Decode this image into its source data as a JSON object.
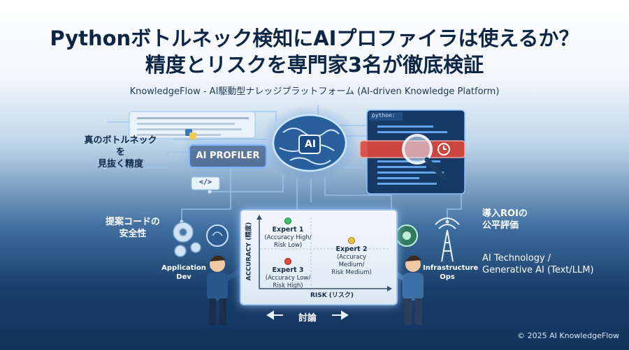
{
  "title": {
    "line1": "Pythonボトルネック検知にAIプロファイラは使えるか？",
    "line2": "精度とリスクを専門家3名が徹底検証"
  },
  "subtitle": "KnowledgeFlow - AI駆動型ナレッジプラットフォーム (AI-driven Knowledge Platform)",
  "center": {
    "brain_label": "AI",
    "profiler_label": "AI PROFILER",
    "code_icon": "</>",
    "python_tab": "python:"
  },
  "left_labels": {
    "accuracy": [
      "真のボトルネックを",
      "見抜く精度"
    ],
    "safety": [
      "提案コードの",
      "安全性"
    ],
    "app_dev": [
      "Application",
      "Dev"
    ]
  },
  "right_labels": {
    "roi": [
      "導入ROIの",
      "公平評価"
    ],
    "tech": [
      "AI Technology /",
      "Generative AI (Text/LLM)"
    ],
    "infra": [
      "Infrastructure",
      "Ops"
    ]
  },
  "matrix": {
    "y_label": "ACCURACY (精度)",
    "x_label": "RISK (リスク)",
    "experts": [
      {
        "name": "Expert 1",
        "line1": "(Accuracy High/",
        "line2": "Risk Low)",
        "color": "#3cc46a"
      },
      {
        "name": "Expert 2",
        "line1": "(Accuracy Medium/",
        "line2": "Risk Medium)",
        "color": "#e8c23a"
      },
      {
        "name": "Expert 3",
        "line1": "(Accuracy Low/",
        "line2": "Risk High)",
        "color": "#e24b3c"
      }
    ]
  },
  "discussion": "討論",
  "footer": "© 2025 AI KnowledgeFlow",
  "icons": [
    "brain-icon",
    "magnifier-icon",
    "clock-icon",
    "python-logo-icon",
    "gear-icon",
    "lightbulb-icon",
    "signal-tower-icon",
    "person-icon"
  ]
}
